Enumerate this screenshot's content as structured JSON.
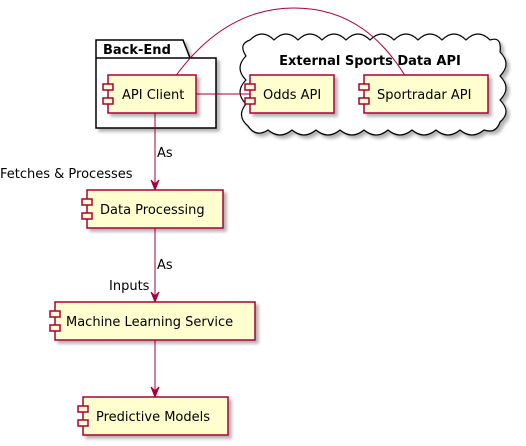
{
  "packages": {
    "backend": {
      "title": "Back-End"
    },
    "external": {
      "title": "External Sports Data API"
    }
  },
  "components": {
    "api_client": "API Client",
    "odds_api": "Odds API",
    "sportradar_api": "Sportradar API",
    "data_processing": "Data Processing",
    "ml_service": "Machine Learning Service",
    "predictive_models": "Predictive Models"
  },
  "edges": {
    "api_to_processing": {
      "label": "As",
      "end_label": "Fetches & Processes"
    },
    "processing_to_ml": {
      "label": "As",
      "end_label": "Inputs"
    }
  },
  "colors": {
    "component_fill": "#FEFECE",
    "component_border": "#A80036",
    "edge": "#A80036",
    "package_border": "#000000"
  }
}
